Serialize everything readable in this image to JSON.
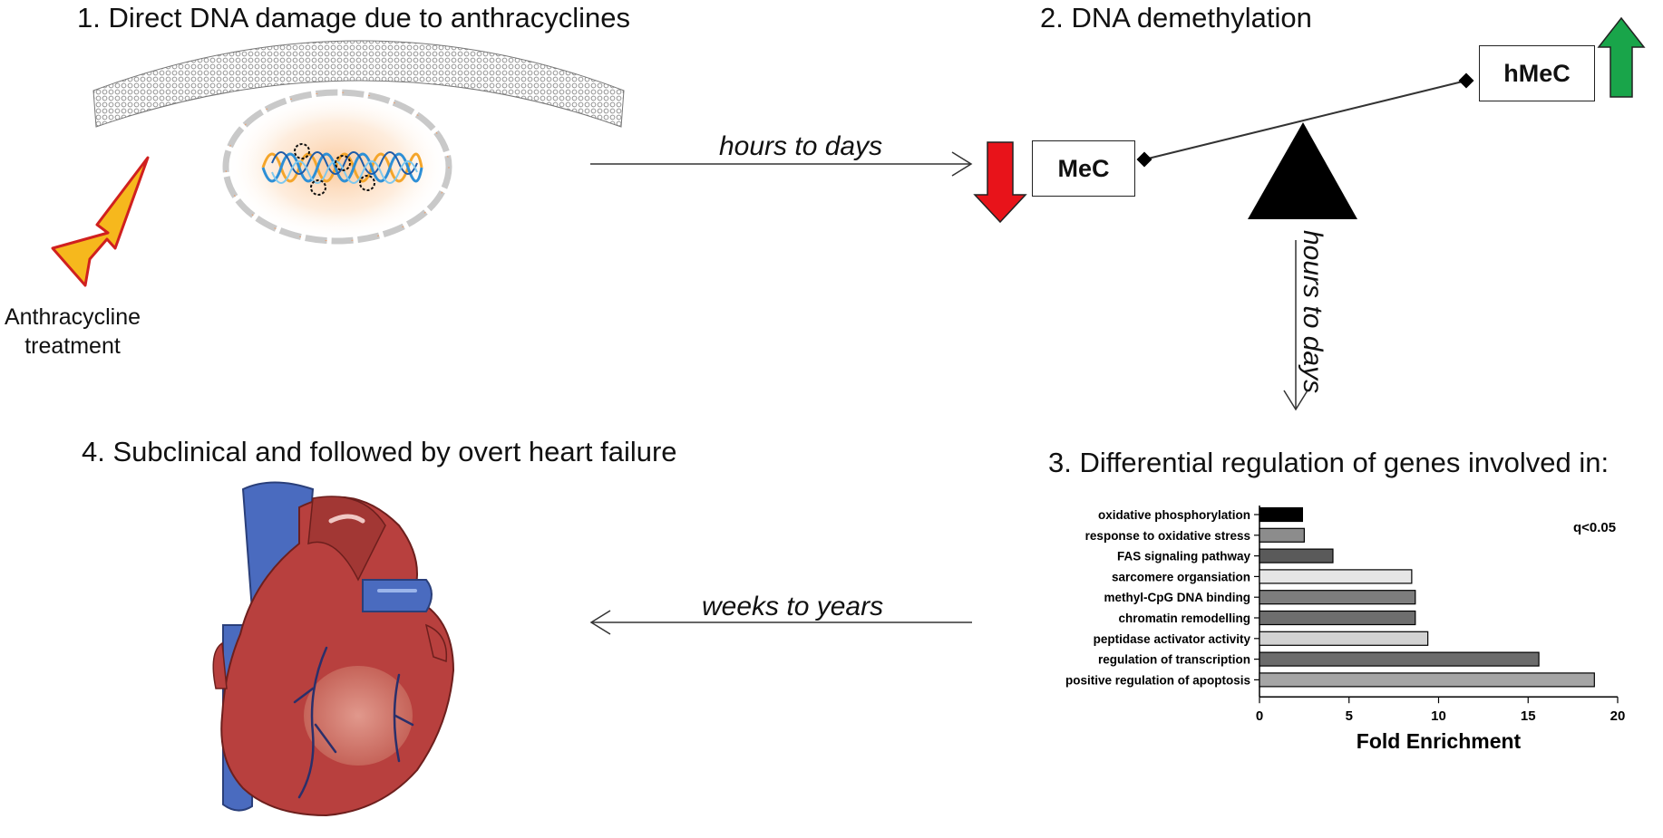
{
  "steps": {
    "step1": "1. Direct DNA damage due to anthracyclines",
    "step2": "2. DNA demethylation",
    "step3": "3. Differential regulation of genes involved in:",
    "step4": "4. Subclinical and followed by overt heart failure"
  },
  "arrows": {
    "a1": "hours to days",
    "a2": "hours to days",
    "a3": "weeks to years"
  },
  "treatment_label": "Anthracycline\ntreatment",
  "balance": {
    "left_box": "MeC",
    "right_box": "hMeC"
  },
  "colors": {
    "down_arrow": "#e8131a",
    "up_arrow": "#19a54a",
    "bolt_fill": "#f6b81d",
    "bolt_stroke": "#d0201f",
    "heart_red": "#b8403e",
    "heart_blue": "#4a6bbf"
  },
  "chart_data": {
    "type": "bar",
    "orientation": "horizontal",
    "categories": [
      "oxidative phosphorylation",
      "response to oxidative stress",
      "FAS signaling pathway",
      "sarcomere organsiation",
      "methyl-CpG DNA binding",
      "chromatin remodelling",
      "peptidase activator activity",
      "regulation of transcription",
      "positive regulation of apoptosis"
    ],
    "values": [
      2.4,
      2.5,
      4.1,
      8.5,
      8.7,
      8.7,
      9.4,
      15.6,
      18.7
    ],
    "bar_colors": [
      "#000000",
      "#8c8c8c",
      "#5a5a5a",
      "#e6e6e6",
      "#7d7d7d",
      "#6e6e6e",
      "#d2d2d2",
      "#6b6b6b",
      "#a5a5a5"
    ],
    "xlabel": "Fold Enrichment",
    "xticks": [
      0,
      5,
      10,
      15,
      20
    ],
    "xlim": [
      0,
      20
    ],
    "annotation": "q<0.05"
  }
}
